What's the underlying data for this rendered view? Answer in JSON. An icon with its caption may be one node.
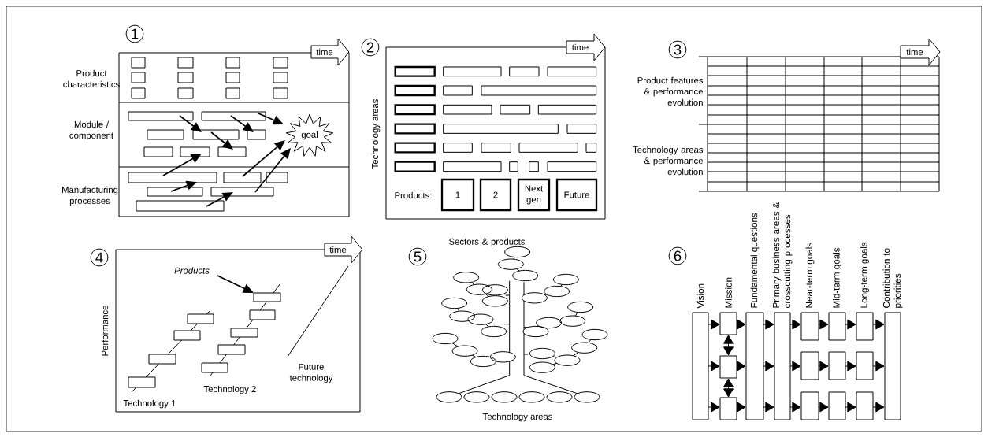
{
  "diagram": {
    "nodes": [
      {
        "text": [
          "time"
        ]
      },
      {
        "text": [],
        "shape": "box"
      },
      {
        "text": [],
        "shape": "box"
      },
      {
        "text": [],
        "shape": "box"
      },
      {
        "text": [],
        "shape": "box"
      },
      {
        "text": [],
        "shape": "box"
      },
      {
        "text": [],
        "shape": "box"
      },
      {
        "text": [],
        "shape": "box"
      },
      {
        "text": [],
        "shape": "box"
      },
      {
        "text": [
          "goal"
        ]
      },
      {
        "text": [],
        "shape": "box"
      },
      {
        "text": [],
        "shape": "box"
      },
      {
        "text": [],
        "shape": "box"
      },
      {
        "text": [],
        "shape": "box"
      },
      {
        "text": [],
        "shape": "box"
      },
      {
        "text": [],
        "shape": "box"
      },
      {
        "text": [
          "time"
        ]
      },
      {
        "text": [
          "1"
        ]
      },
      {
        "text": [
          "2"
        ]
      },
      {
        "text": [
          "Next gen"
        ]
      },
      {
        "text": [
          "Future"
        ]
      },
      {
        "text": [
          "time"
        ]
      },
      {
        "text": [
          "time"
        ]
      },
      {
        "text": [
          "Products"
        ]
      },
      {
        "text": [],
        "shape": "box"
      },
      {
        "text": [],
        "shape": "box"
      },
      {
        "text": [],
        "shape": "box"
      },
      {
        "text": [],
        "shape": "box"
      },
      {
        "text": [],
        "shape": "box"
      },
      {
        "text": [],
        "shape": "box"
      },
      {
        "text": [],
        "shape": "box"
      },
      {
        "text": [],
        "shape": "box"
      },
      {
        "text": [],
        "shape": "box"
      },
      {
        "text": [
          "Vision"
        ]
      },
      {
        "text": [
          "Mission"
        ]
      },
      {
        "text": [],
        "shape": "box"
      },
      {
        "text": [],
        "shape": "box"
      },
      {
        "text": [
          "Fundamental questions"
        ]
      },
      {
        "text": [
          "Primary business areas & crosscutting processes"
        ]
      },
      {
        "text": [
          "Near-term goals"
        ]
      },
      {
        "text": [],
        "shape": "box"
      },
      {
        "text": [],
        "shape": "box"
      },
      {
        "text": [
          "Mid-term goals"
        ]
      },
      {
        "text": [],
        "shape": "box"
      },
      {
        "text": [],
        "shape": "box"
      },
      {
        "text": [
          "Long-term goals"
        ]
      },
      {
        "text": [],
        "shape": "box"
      },
      {
        "text": [],
        "shape": "box"
      },
      {
        "text": [
          "Contribution to priorities"
        ]
      }
    ],
    "edges": [
      {
        "from": 1,
        "to": 4,
        "arrow": "to"
      },
      {
        "from": 2,
        "to": 5,
        "arrow": "to"
      },
      {
        "from": 2,
        "to": 9,
        "arrow": "to"
      },
      {
        "from": 4,
        "to": 8,
        "arrow": "to"
      },
      {
        "from": 10,
        "to": 7,
        "arrow": "to"
      },
      {
        "from": 13,
        "to": 10,
        "arrow": "to"
      },
      {
        "from": 15,
        "to": 14,
        "arrow": "to"
      },
      {
        "from": 11,
        "to": 9,
        "arrow": "to"
      },
      {
        "from": 14,
        "to": 9,
        "arrow": "to"
      },
      {
        "from": 23,
        "to": 32,
        "arrow": "to"
      },
      {
        "from": 33,
        "to": 34,
        "arrow": "to"
      },
      {
        "from": 33,
        "to": 35,
        "arrow": "to"
      },
      {
        "from": 33,
        "to": 36,
        "arrow": "to"
      },
      {
        "from": 34,
        "to": 37,
        "arrow": "to"
      },
      {
        "from": 35,
        "to": 37,
        "arrow": "to"
      },
      {
        "from": 36,
        "to": 37,
        "arrow": "to"
      },
      {
        "from": 37,
        "to": 38,
        "arrow": "to"
      },
      {
        "from": 37,
        "to": 38,
        "arrow": "to"
      },
      {
        "from": 37,
        "to": 38,
        "arrow": "to"
      },
      {
        "from": 38,
        "to": 39,
        "arrow": "to"
      },
      {
        "from": 38,
        "to": 40,
        "arrow": "to"
      },
      {
        "from": 38,
        "to": 41,
        "arrow": "to"
      },
      {
        "from": 39,
        "to": 42,
        "arrow": "to"
      },
      {
        "from": 40,
        "to": 43,
        "arrow": "to"
      },
      {
        "from": 41,
        "to": 44,
        "arrow": "to"
      },
      {
        "from": 42,
        "to": 45,
        "arrow": "to"
      },
      {
        "from": 43,
        "to": 46,
        "arrow": "to"
      },
      {
        "from": 44,
        "to": 47,
        "arrow": "to"
      },
      {
        "from": 45,
        "to": 48,
        "arrow": "to"
      },
      {
        "from": 46,
        "to": 48,
        "arrow": "to"
      },
      {
        "from": 47,
        "to": 48,
        "arrow": "to"
      },
      {
        "from": 34,
        "to": 35,
        "arrow": "both"
      },
      {
        "from": 35,
        "to": 36,
        "arrow": "both"
      }
    ],
    "labels": [
      "1",
      "Product characteristics",
      "Module / component",
      "Manufacturing processes",
      "2",
      "Technology areas",
      "Products:",
      "3",
      "Product features & performance evolution",
      "Technology areas & performance evolution",
      "4",
      "Performance",
      "Technology 1",
      "Technology 2",
      "Future technology",
      "5",
      "Sectors & products",
      "Technology areas",
      "6"
    ]
  }
}
